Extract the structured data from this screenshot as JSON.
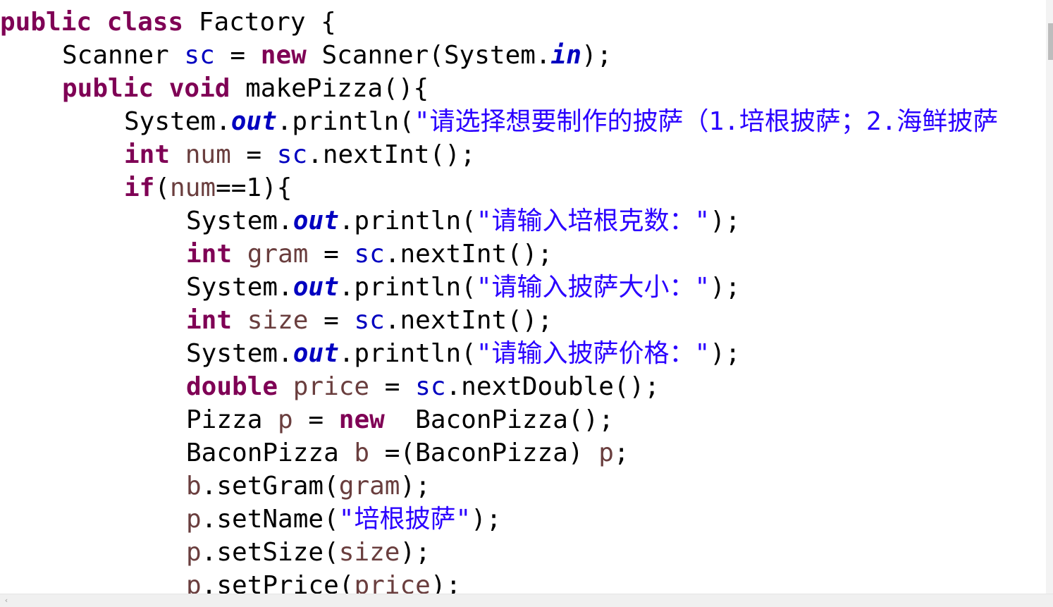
{
  "editor": {
    "lines": [
      {
        "indent": 0,
        "tokens": [
          {
            "t": "kw",
            "v": "public"
          },
          {
            "t": "pl",
            "v": " "
          },
          {
            "t": "kw",
            "v": "class"
          },
          {
            "t": "pl",
            "v": " Factory {"
          }
        ]
      },
      {
        "indent": 4,
        "tokens": [
          {
            "t": "pl",
            "v": "Scanner "
          },
          {
            "t": "fld",
            "v": "sc"
          },
          {
            "t": "pl",
            "v": " = "
          },
          {
            "t": "kw",
            "v": "new"
          },
          {
            "t": "pl",
            "v": " Scanner(System."
          },
          {
            "t": "sfld",
            "v": "in"
          },
          {
            "t": "pl",
            "v": ");"
          }
        ]
      },
      {
        "indent": 4,
        "tokens": [
          {
            "t": "kw",
            "v": "public"
          },
          {
            "t": "pl",
            "v": " "
          },
          {
            "t": "kw",
            "v": "void"
          },
          {
            "t": "pl",
            "v": " makePizza(){"
          }
        ]
      },
      {
        "indent": 8,
        "tokens": [
          {
            "t": "pl",
            "v": "System."
          },
          {
            "t": "sfld",
            "v": "out"
          },
          {
            "t": "pl",
            "v": ".println("
          },
          {
            "t": "str",
            "v": "\"请选择想要制作的披萨（1.培根披萨；2.海鲜披萨"
          }
        ]
      },
      {
        "indent": 8,
        "tokens": [
          {
            "t": "kw",
            "v": "int"
          },
          {
            "t": "pl",
            "v": " "
          },
          {
            "t": "lv",
            "v": "num"
          },
          {
            "t": "pl",
            "v": " = "
          },
          {
            "t": "fld",
            "v": "sc"
          },
          {
            "t": "pl",
            "v": ".nextInt();"
          }
        ]
      },
      {
        "indent": 8,
        "tokens": [
          {
            "t": "kw",
            "v": "if"
          },
          {
            "t": "pl",
            "v": "("
          },
          {
            "t": "lv",
            "v": "num"
          },
          {
            "t": "pl",
            "v": "==1){"
          }
        ]
      },
      {
        "indent": 12,
        "tokens": [
          {
            "t": "pl",
            "v": "System."
          },
          {
            "t": "sfld",
            "v": "out"
          },
          {
            "t": "pl",
            "v": ".println("
          },
          {
            "t": "str",
            "v": "\"请输入培根克数：\""
          },
          {
            "t": "pl",
            "v": ");"
          }
        ]
      },
      {
        "indent": 12,
        "tokens": [
          {
            "t": "kw",
            "v": "int"
          },
          {
            "t": "pl",
            "v": " "
          },
          {
            "t": "lv",
            "v": "gram"
          },
          {
            "t": "pl",
            "v": " = "
          },
          {
            "t": "fld",
            "v": "sc"
          },
          {
            "t": "pl",
            "v": ".nextInt();"
          }
        ]
      },
      {
        "indent": 12,
        "tokens": [
          {
            "t": "pl",
            "v": "System."
          },
          {
            "t": "sfld",
            "v": "out"
          },
          {
            "t": "pl",
            "v": ".println("
          },
          {
            "t": "str",
            "v": "\"请输入披萨大小：\""
          },
          {
            "t": "pl",
            "v": ");"
          }
        ]
      },
      {
        "indent": 12,
        "tokens": [
          {
            "t": "kw",
            "v": "int"
          },
          {
            "t": "pl",
            "v": " "
          },
          {
            "t": "lv",
            "v": "size"
          },
          {
            "t": "pl",
            "v": " = "
          },
          {
            "t": "fld",
            "v": "sc"
          },
          {
            "t": "pl",
            "v": ".nextInt();"
          }
        ]
      },
      {
        "indent": 12,
        "tokens": [
          {
            "t": "pl",
            "v": "System."
          },
          {
            "t": "sfld",
            "v": "out"
          },
          {
            "t": "pl",
            "v": ".println("
          },
          {
            "t": "str",
            "v": "\"请输入披萨价格：\""
          },
          {
            "t": "pl",
            "v": ");"
          }
        ]
      },
      {
        "indent": 12,
        "tokens": [
          {
            "t": "kw",
            "v": "double"
          },
          {
            "t": "pl",
            "v": " "
          },
          {
            "t": "lv",
            "v": "price"
          },
          {
            "t": "pl",
            "v": " = "
          },
          {
            "t": "fld",
            "v": "sc"
          },
          {
            "t": "pl",
            "v": ".nextDouble();"
          }
        ]
      },
      {
        "indent": 12,
        "tokens": [
          {
            "t": "pl",
            "v": "Pizza "
          },
          {
            "t": "lv",
            "v": "p"
          },
          {
            "t": "pl",
            "v": " = "
          },
          {
            "t": "kw",
            "v": "new"
          },
          {
            "t": "pl",
            "v": "  BaconPizza();"
          }
        ]
      },
      {
        "indent": 12,
        "tokens": [
          {
            "t": "pl",
            "v": "BaconPizza "
          },
          {
            "t": "lv",
            "v": "b"
          },
          {
            "t": "pl",
            "v": " =(BaconPizza) "
          },
          {
            "t": "lv",
            "v": "p"
          },
          {
            "t": "pl",
            "v": ";"
          }
        ]
      },
      {
        "indent": 12,
        "tokens": [
          {
            "t": "lv",
            "v": "b"
          },
          {
            "t": "pl",
            "v": ".setGram("
          },
          {
            "t": "lv",
            "v": "gram"
          },
          {
            "t": "pl",
            "v": ");"
          }
        ]
      },
      {
        "indent": 12,
        "tokens": [
          {
            "t": "lv",
            "v": "p"
          },
          {
            "t": "pl",
            "v": ".setName("
          },
          {
            "t": "str",
            "v": "\"培根披萨\""
          },
          {
            "t": "pl",
            "v": ");"
          }
        ]
      },
      {
        "indent": 12,
        "tokens": [
          {
            "t": "lv",
            "v": "p"
          },
          {
            "t": "pl",
            "v": ".setSize("
          },
          {
            "t": "lv",
            "v": "size"
          },
          {
            "t": "pl",
            "v": ");"
          }
        ]
      },
      {
        "indent": 12,
        "tokens": [
          {
            "t": "lv",
            "v": "p"
          },
          {
            "t": "pl",
            "v": ".setPrice("
          },
          {
            "t": "lv",
            "v": "price"
          },
          {
            "t": "pl",
            "v": ");"
          }
        ]
      }
    ]
  },
  "colors": {
    "keyword": "#7f0055",
    "field": "#0000c0",
    "local_variable": "#6a3e3e",
    "string": "#2a00ff",
    "plain": "#000000",
    "background": "#ffffff"
  },
  "scrollbar": {
    "left_arrow_glyph": "‹",
    "left_arrow_icon": "chevron-left-icon"
  }
}
